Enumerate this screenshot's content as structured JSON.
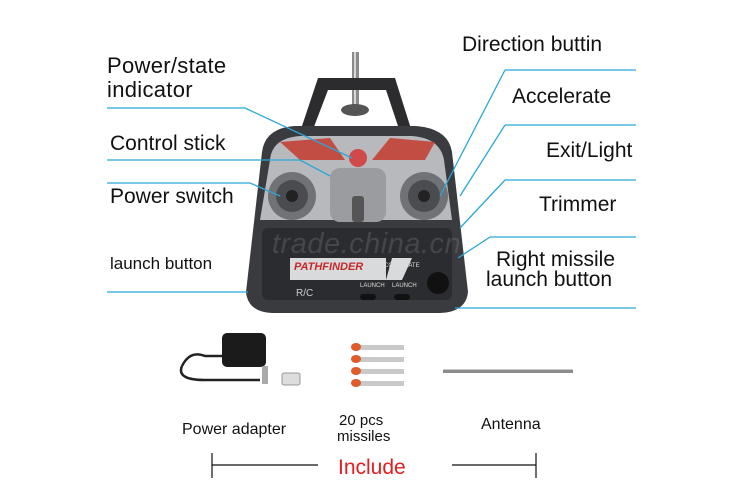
{
  "callouts": {
    "power_state": [
      "Power/state",
      "indicator"
    ],
    "control_stick": "Control stick",
    "power_switch": "Power switch",
    "launch_left": "launch button",
    "direction": "Direction buttin",
    "accelerate": "Accelerate",
    "exit_light": "Exit/Light",
    "trimmer": "Trimmer",
    "right_missile": [
      "Right missile",
      "launch button"
    ]
  },
  "controller": {
    "brand": "PATHFINDER",
    "rc_label": "R/C",
    "accelerate_label": "ACCELERATE",
    "launch_left": "LAUNCH",
    "launch_right": "LAUNCH"
  },
  "watermark": "trade.china.cn",
  "accessories": {
    "power_adapter": "Power adapter",
    "missiles": [
      "20 pcs",
      "missiles"
    ],
    "antenna": "Antenna",
    "include": "Include"
  },
  "colors": {
    "callout_line": "#2aa7d9",
    "include_text": "#e11f1f",
    "controller_body": "#3a3b3e"
  }
}
